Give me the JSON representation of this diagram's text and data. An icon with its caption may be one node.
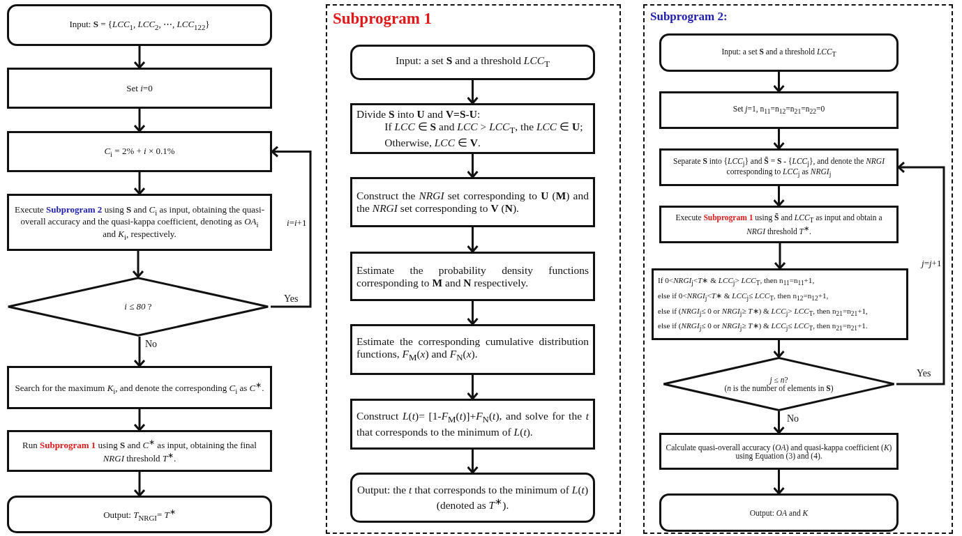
{
  "diagram": {
    "nodes": [
      {
        "text": [
          "Input: **S** = {*LCC*$_{1}$, *LCC*$_{2}$, ⋯, *LCC*$_{122}$}"
        ]
      },
      {
        "text": [
          "Set *i*=0"
        ]
      },
      {
        "text": [
          "*C*$_{i}$ = 2% + *i* × 0.1%"
        ]
      },
      {
        "text": [
          "Execute **Subprogram 2** using **S** and *C*$_{i}$ as input, obtaining the quasi-overall accuracy and the quasi-kappa coefficient, denoting as *OA*$_{i}$ and *K*$_{i}$, respectively."
        ]
      },
      {
        "text": [
          "*i* ≤ *80* ?"
        ]
      },
      {
        "text": [
          "Search for the maximum *K*$_{i}$, and denote the corresponding *C*$_{i}$ as *C*$^{∗}$."
        ]
      },
      {
        "text": [
          "Run **Subprogram 1** using **S** and *C*$^{∗}$ as input, obtaining the final *NRGI* threshold *T*$^{∗}$."
        ]
      },
      {
        "text": [
          "Output: *T*$_{NRGI}$= *T*$^{∗}$"
        ]
      },
      {
        "text": [
          "Subprogram 1"
        ]
      },
      {
        "text": [
          "Input: a set **S** and a threshold *LCC*$_{T}$"
        ],
        "in": 8
      },
      {
        "text": [
          "Divide **S** into **U** and **V=S-U**:",
          "If *LCC* ∈ **S** and *LCC* > *LCC*$_{T}$, the *LCC* ∈ **U**; Otherwise, *LCC* ∈ **V**."
        ],
        "in": 8
      },
      {
        "text": [
          "Construct the *NRGI* set corresponding to **U** (**M**) and the *NRGI* set corresponding to **V** (**N**)."
        ],
        "in": 8
      },
      {
        "text": [
          "Estimate the probability density functions corresponding to **M** and **N** respectively."
        ],
        "in": 8
      },
      {
        "text": [
          "Estimate the corresponding cumulative distribution functions, *F*$_{M}$(*x*) and *F*$_{N}$(*x*)."
        ],
        "in": 8
      },
      {
        "text": [
          "Construct *L*(*t*)= [1-*F*$_{M}$(*t*)]+*F*$_{N}$(*t*), and solve for the *t* that corresponds to the minimum of *L*(*t*)."
        ],
        "in": 8
      },
      {
        "text": [
          "Output: the *t* that corresponds to the minimum of *L*(*t*) (denoted as *T*$^{∗}$)."
        ],
        "in": 8
      },
      {
        "text": [
          "Subprogram 2:"
        ]
      },
      {
        "text": [
          "Input: a set **S** and a threshold *LCC*$_{T}$"
        ],
        "in": 16
      },
      {
        "text": [
          "Set *j*=1, n$_{11}$=n$_{12}$=n$_{21}$=n$_{22}$=0"
        ],
        "in": 16
      },
      {
        "text": [
          "Separate **S** into {*LCC*$_{j}$} and **S̄** = **S** - {*LCC*$_{j}$}, and denote the *NRGI* corresponding to *LCC*$_{j}$ as *NRGI*$_{j}$"
        ],
        "in": 16
      },
      {
        "text": [
          "Execute **Subprogram 1** using **S̄** and *LCC*$_{T}$ as input and obtain a *NRGI* threshold *T*$^{∗}$."
        ],
        "in": 16
      },
      {
        "text": [
          "If 0<*NRGI*$_{j}$<*T*∗ & *LCC*$_{j}$> *LCC*$_{T}$, then n$_{11}$=n$_{11}$+1,",
          "else if 0<*NRGI*$_{j}$<*T*∗ & *LCC*$_{j}$≤ *LCC*$_{T}$, then n$_{12}$=n$_{12}$+1,",
          "else if (*NRGI*$_{j}$≤ 0 or *NRGI*$_{j}$≥ *T*∗) & *LCC*$_{j}$> *LCC*$_{T}$, then n$_{21}$=n$_{21}$+1,",
          "else if (*NRGI*$_{j}$≤ 0 or *NRGI*$_{j}$≥ *T*∗) & *LCC*$_{j}$≤ *LCC*$_{T}$, then n$_{21}$=n$_{21}$+1."
        ],
        "in": 16
      },
      {
        "text": [
          "*j* ≤ *n*?",
          "(*n* is the number of elements in **S**)"
        ],
        "in": 16
      },
      {
        "text": [
          "Calculate quasi-overall accuracy (*OA*) and quasi-kappa coefficient (*K*) using Equation (3) and (4)."
        ],
        "in": 16
      },
      {
        "text": [
          "Output: *OA* and *K*"
        ],
        "in": 16
      }
    ],
    "edges": [
      {
        "from": 0,
        "to": 1,
        "arrow": "to"
      },
      {
        "from": 1,
        "to": 2,
        "arrow": "to"
      },
      {
        "from": 2,
        "to": 3,
        "arrow": "to"
      },
      {
        "from": 3,
        "to": 4,
        "arrow": "to"
      },
      {
        "from": 4,
        "to": 2,
        "arrow": "to",
        "label": "Yes"
      },
      {
        "from": 4,
        "to": 5,
        "arrow": "to",
        "label": "No"
      },
      {
        "from": 5,
        "to": 6,
        "arrow": "to"
      },
      {
        "from": 6,
        "to": 7,
        "arrow": "to"
      },
      {
        "from": 9,
        "to": 10,
        "arrow": "to"
      },
      {
        "from": 10,
        "to": 11,
        "arrow": "to"
      },
      {
        "from": 11,
        "to": 12,
        "arrow": "to"
      },
      {
        "from": 12,
        "to": 13,
        "arrow": "to"
      },
      {
        "from": 13,
        "to": 14,
        "arrow": "to"
      },
      {
        "from": 14,
        "to": 15,
        "arrow": "to"
      },
      {
        "from": 17,
        "to": 18,
        "arrow": "to"
      },
      {
        "from": 18,
        "to": 19,
        "arrow": "to"
      },
      {
        "from": 19,
        "to": 20,
        "arrow": "to"
      },
      {
        "from": 20,
        "to": 21,
        "arrow": "to"
      },
      {
        "from": 21,
        "to": 22,
        "arrow": "to"
      },
      {
        "from": 22,
        "to": 19,
        "arrow": "to",
        "label": "Yes"
      },
      {
        "from": 22,
        "to": 23,
        "arrow": "to",
        "label": "No"
      },
      {
        "from": 23,
        "to": 24,
        "arrow": "to"
      }
    ],
    "labels": [
      "*i*=*i*+1",
      "*j*=*j*+1"
    ]
  }
}
